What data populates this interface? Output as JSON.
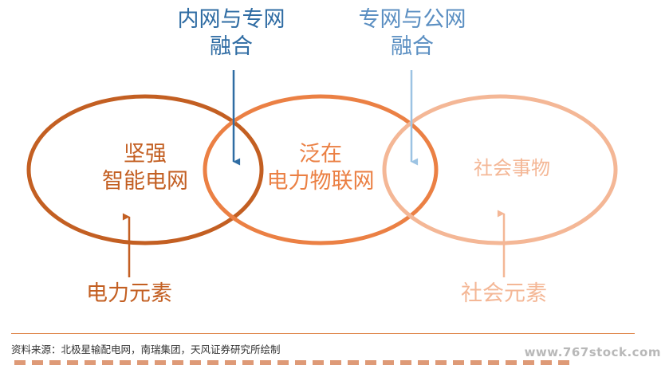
{
  "colors": {
    "dark_orange": "#c35f22",
    "mid_orange": "#eb8044",
    "light_orange": "#f4b796",
    "dark_blue": "#2f6ca3",
    "light_blue": "#9cc3e3"
  },
  "circles": {
    "left": {
      "line1": "坚强",
      "line2": "智能电网"
    },
    "center": {
      "line1": "泛在",
      "line2": "电力物联网"
    },
    "right": {
      "line1": "社会事物"
    }
  },
  "top_labels": {
    "left": {
      "line1": "内网与专网",
      "line2": "融合"
    },
    "right": {
      "line1": "专网与公网",
      "line2": "融合"
    }
  },
  "bottom_labels": {
    "left": "电力元素",
    "right": "社会元素"
  },
  "footer": {
    "source": "资料来源：北极星输配电网，南瑞集团，天风证券研究所绘制"
  },
  "watermark": "www.767stock.com"
}
